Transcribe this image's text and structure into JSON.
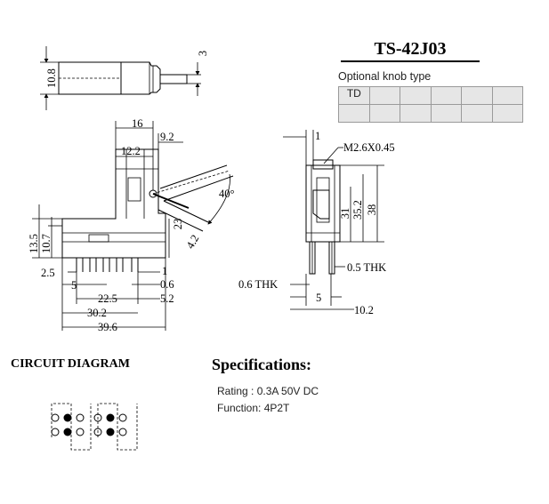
{
  "header": {
    "model": "TS-42J03"
  },
  "knob": {
    "label": "Optional knob type",
    "rows": [
      [
        "TD",
        "",
        "",
        "",
        "",
        ""
      ],
      [
        "",
        "",
        "",
        "",
        "",
        ""
      ]
    ]
  },
  "dimensions": {
    "top_height": "10.8",
    "top_pin": "3",
    "d16": "16",
    "d9_2": "9.2",
    "d12_2": "12.2",
    "angle": "40°",
    "d13_5": "13.5",
    "d10_7": "10.7",
    "d23": "23",
    "d4_2": "4.2",
    "d2_5": "2.5",
    "d1": "1",
    "d5": "5",
    "d0_6": "0.6",
    "d22_5": "22.5",
    "d5_2": "5.2",
    "d30_2": "30.2",
    "d39_6": "39.6",
    "side_1": "1",
    "screw": "M2.6X0.45",
    "d31": "31",
    "d35_2": "35.2",
    "d38": "38",
    "thk_0_6": "0.6  THK",
    "thk_0_5": "0.5  THK",
    "side_5": "5",
    "side_10_2": "10.2"
  },
  "circuit": {
    "title": "CIRCUIT DIAGRAM"
  },
  "specs": {
    "title": "Specifications:",
    "rating": "Rating : 0.3A 50V DC",
    "function": "Function: 4P2T"
  }
}
